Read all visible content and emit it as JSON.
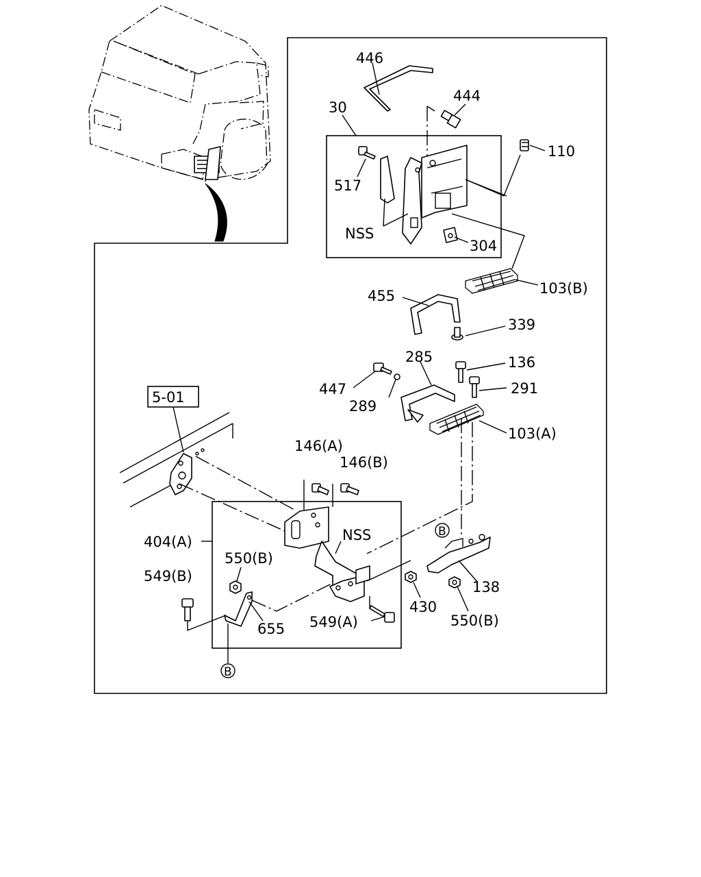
{
  "labels": {
    "p446": "446",
    "p444": "444",
    "p30": "30",
    "p110": "110",
    "p517": "517",
    "nss_top": "NSS",
    "p304": "304",
    "p103b": "103(B)",
    "p455": "455",
    "p339": "339",
    "p285": "285",
    "p136": "136",
    "p447": "447",
    "p291": "291",
    "p289": "289",
    "p103a": "103(A)",
    "ref501": "5-01",
    "p146a": "146(A)",
    "p146b": "146(B)",
    "nss_mid": "NSS",
    "p404a": "404(A)",
    "p550b_left": "550(B)",
    "p549b": "549(B)",
    "p549a": "549(A)",
    "p430": "430",
    "p138": "138",
    "p550b_right": "550(B)",
    "p655": "655",
    "circle_b_right": "B",
    "circle_b_bottom": "B"
  }
}
